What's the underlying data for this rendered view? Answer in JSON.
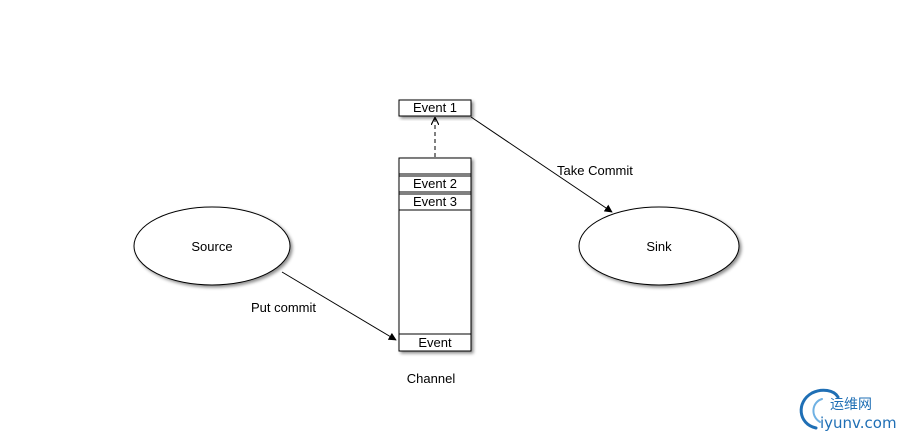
{
  "diagram": {
    "nodes": {
      "event1": {
        "label": "Event 1"
      },
      "source": {
        "label": "Source"
      },
      "sink": {
        "label": "Sink"
      },
      "channel": {
        "label": "Channel",
        "slots": [
          {
            "label": ""
          },
          {
            "label": "Event 2"
          },
          {
            "label": "Event 3"
          },
          {
            "label": "Event"
          }
        ]
      }
    },
    "edges": {
      "put": {
        "label": "Put commit",
        "style": "solid"
      },
      "take": {
        "label": "Take Commit",
        "style": "solid"
      },
      "dequeue": {
        "label": "",
        "style": "dashed"
      }
    }
  },
  "watermark": {
    "chinese": "运维网",
    "domain": "iyunv.com",
    "color": "#1f6fb5"
  }
}
